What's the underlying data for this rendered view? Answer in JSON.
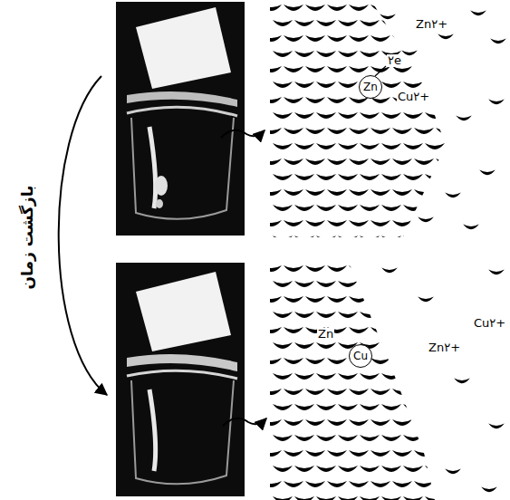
{
  "diagram": {
    "nodes": [
      {
        "text": [
          "Zn"
        ]
      },
      {
        "text": [
          "Cu"
        ]
      }
    ],
    "labels": [
      "بازگشت زمان",
      "Zn۲+",
      "۲e",
      "Cu۲+",
      "Zn",
      "Zn۲+",
      "Cu۲+"
    ]
  }
}
